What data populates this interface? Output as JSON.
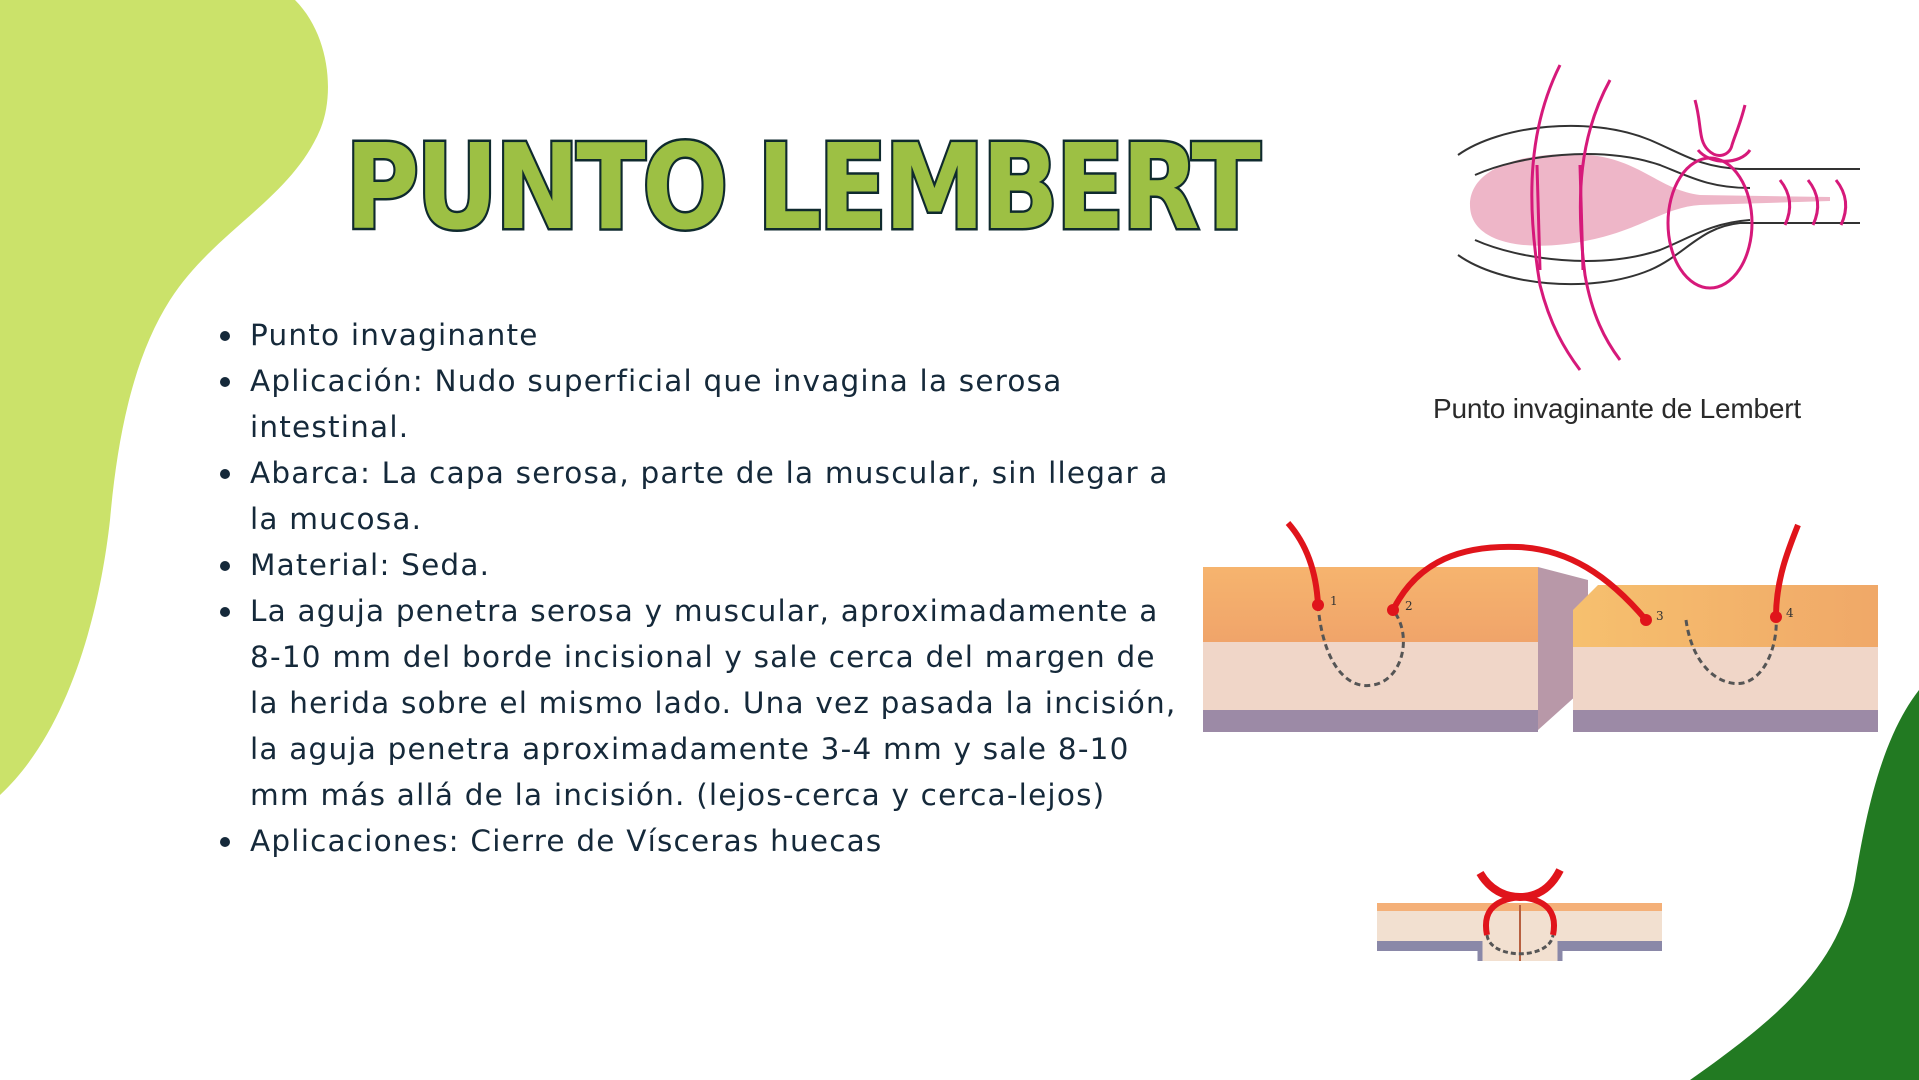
{
  "slide": {
    "title": "PUNTO LEMBERT",
    "bullets": [
      "Punto invaginante",
      "Aplicación: Nudo superficial que invagina la serosa intestinal.",
      "Abarca: La capa serosa, parte de la muscular, sin llegar a la mucosa.",
      "Material: Seda.",
      "La aguja penetra serosa y muscular, aproximadamente a 8-10 mm del borde incisional y sale cerca del margen de la herida sobre el mismo lado. Una vez pasada la incisión, la aguja penetra aproximadamente 3-4 mm y sale 8-10 mm más allá de la incisión. (lejos-cerca y cerca-lejos)",
      "Aplicaciones: Cierre de Vísceras huecas"
    ]
  },
  "figures": {
    "diagram_top": {
      "caption": "Punto invaginante de Lembert"
    },
    "diagram_middle": {
      "labels": [
        "1",
        "2",
        "3",
        "4"
      ]
    },
    "diagram_bottom": {}
  },
  "colors": {
    "title_fill": "#9dc044",
    "title_stroke": "#0f2a2e",
    "text": "#15293a",
    "blob_light_green": "#cbe26a",
    "blob_dark_green": "#227a22",
    "suture_pink": "#d6197a",
    "suture_red": "#e0141b"
  }
}
